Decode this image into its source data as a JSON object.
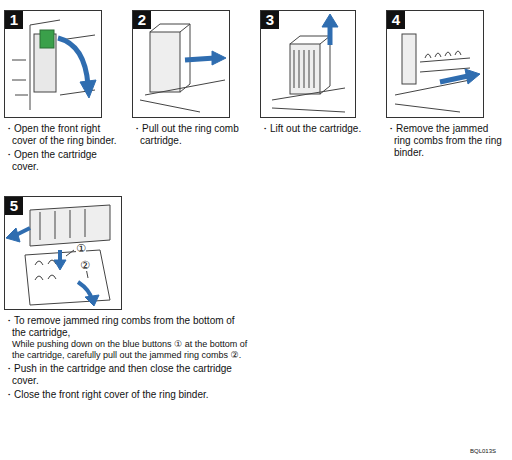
{
  "diagram": {
    "nodes": [
      {
        "text": [
          "1",
          "・Open the front right cover of the ring binder.",
          "・Open the cartridge cover."
        ]
      },
      {
        "text": [
          "2",
          "・Pull out the ring comb cartridge."
        ]
      },
      {
        "text": [
          "3",
          "・Lift out the cartridge."
        ]
      },
      {
        "text": [
          "4",
          "・Remove the jammed ring combs from the ring binder."
        ]
      },
      {
        "text": [
          "5",
          "・To remove jammed ring combs from the bottom of the cartridge,",
          "While pushing down on the blue buttons ① at the bottom of the cartridge, carefully pull out the jammed ring combs ②.",
          "・Push in the cartridge and then close the cartridge cover.",
          "・Close the front right cover of the ring binder."
        ]
      }
    ],
    "labels": [
      "①",
      "②",
      "BQL013S"
    ]
  }
}
